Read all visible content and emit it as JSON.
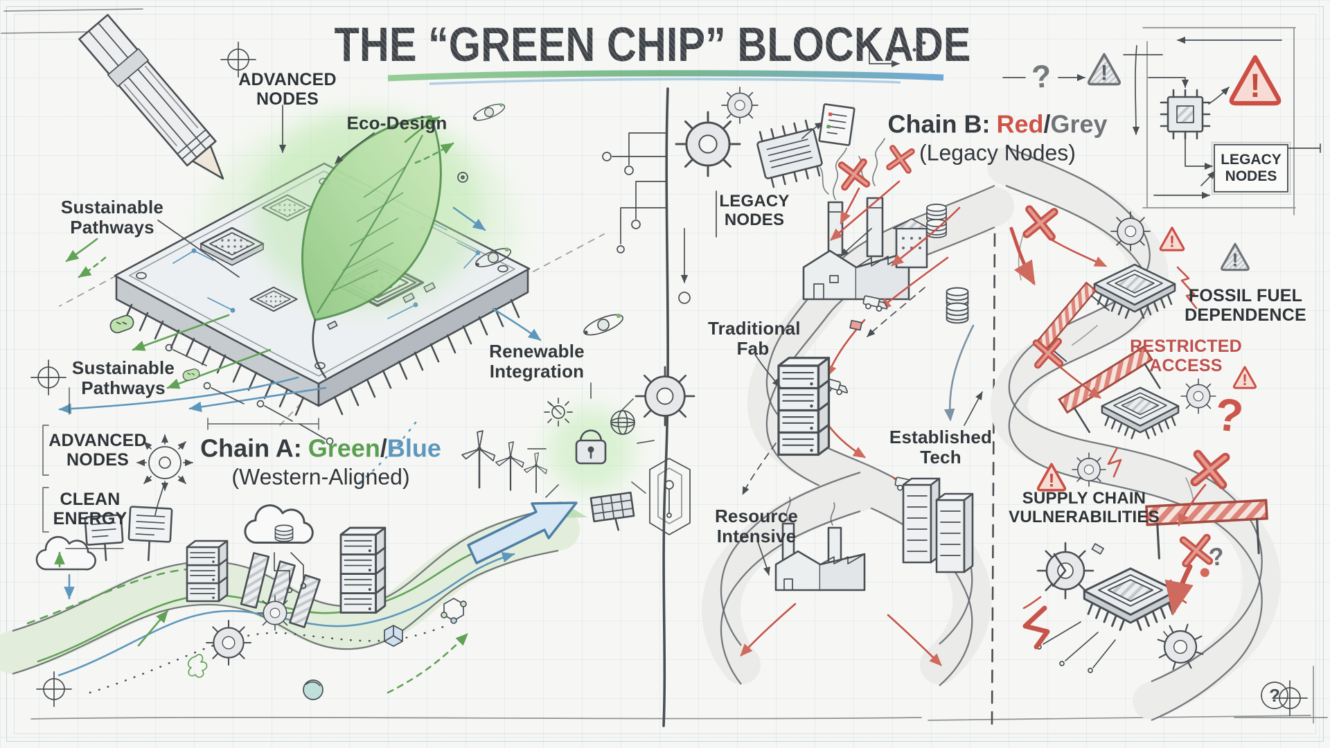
{
  "page": {
    "title": "THE “GREEN CHIP” BLOCKADE"
  },
  "glyphs": {
    "question": "?",
    "exclamation": "!"
  },
  "chain_a": {
    "heading": {
      "prefix": "Chain A:",
      "green": "Green",
      "slash": "/",
      "blue": "Blue",
      "subtitle": "(Western-Aligned)"
    },
    "labels": {
      "advanced_nodes_top": "ADVANCED NODES",
      "eco_design": "Eco-Design",
      "sustainable_pathways_upper": "Sustainable Pathways",
      "sustainable_pathways_lower": "Sustainable Pathways",
      "renewable_integration": "Renewable Integration",
      "advanced_nodes_side": "ADVANCED NODES",
      "clean_energy": "CLEAN ENERGY"
    }
  },
  "chain_b": {
    "heading": {
      "prefix": "Chain B:",
      "red": "Red",
      "slash": "/",
      "grey": "Grey",
      "subtitle": "(Legacy Nodes)"
    },
    "labels": {
      "legacy_nodes_mid": "LEGACY NODES",
      "traditional_fab": "Traditional Fab",
      "established_tech": "Established Tech",
      "resource_intensive": "Resource Intensive",
      "fossil_fuel_dependence": "FOSSIL FUEL DEPENDENCE",
      "restricted_access": "RESTRICTED ACCESS",
      "supply_chain_vulnerabilities": "SUPPLY CHAIN VULNERABILITIES",
      "legacy_nodes_box": "LEGACY NODES"
    }
  },
  "icons": {
    "gear": "⚙",
    "warning_triangle": "⚠",
    "question_mark": "?",
    "cross_mark": "✕",
    "leaf": "🍃",
    "padlock": "🔒",
    "globe": "🌐",
    "factory": "🏭",
    "chip": "▦",
    "cloud": "☁",
    "wind_turbine": "✡",
    "atom": "⚛",
    "pencil": "✏",
    "barrier": "⛔",
    "server": "▤",
    "truck": "🚚",
    "solar_panel": "▦",
    "document": "📄",
    "database": "🗃",
    "crosshair": "⊕"
  },
  "colors": {
    "green": "#5a9e4f",
    "blue": "#5e97bd",
    "red": "#cd5347",
    "grey_text": "#707478",
    "ink": "#4a4f54",
    "paper": "#f6f7f4",
    "grid": "#c8d9e6",
    "warning_red": "#cb4f44",
    "leaf_green": "#a8d49b",
    "road_green_tint": "#e2eedb"
  }
}
